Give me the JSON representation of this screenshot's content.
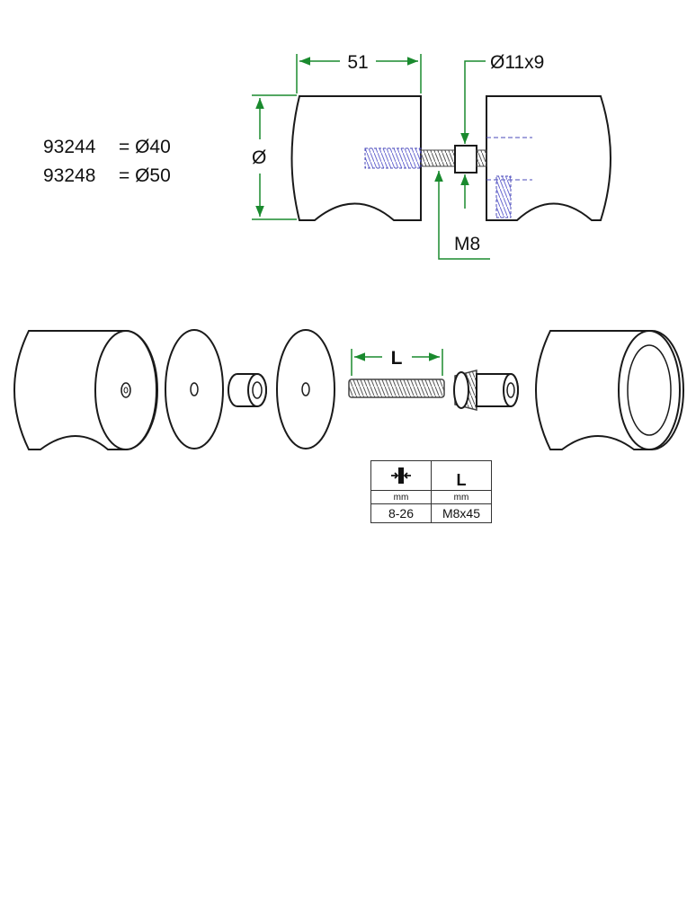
{
  "models": [
    {
      "code": "93244",
      "value": "= Ø40"
    },
    {
      "code": "93248",
      "value": "= Ø50"
    }
  ],
  "dimensions": {
    "length": "51",
    "diameter_symbol": "Ø",
    "bore": "Ø11x9",
    "thread": "M8",
    "screw_length_label": "L"
  },
  "spec_table": {
    "col1_icon": "door-thickness-icon",
    "col1_unit": "mm",
    "col1_value": "8-26",
    "col2_header": "L",
    "col2_unit": "mm",
    "col2_value": "M8x45"
  },
  "colors": {
    "dimension_line": "#1a8a2e",
    "hidden_line": "#4a4ab8",
    "outline": "#1a1a1a"
  }
}
